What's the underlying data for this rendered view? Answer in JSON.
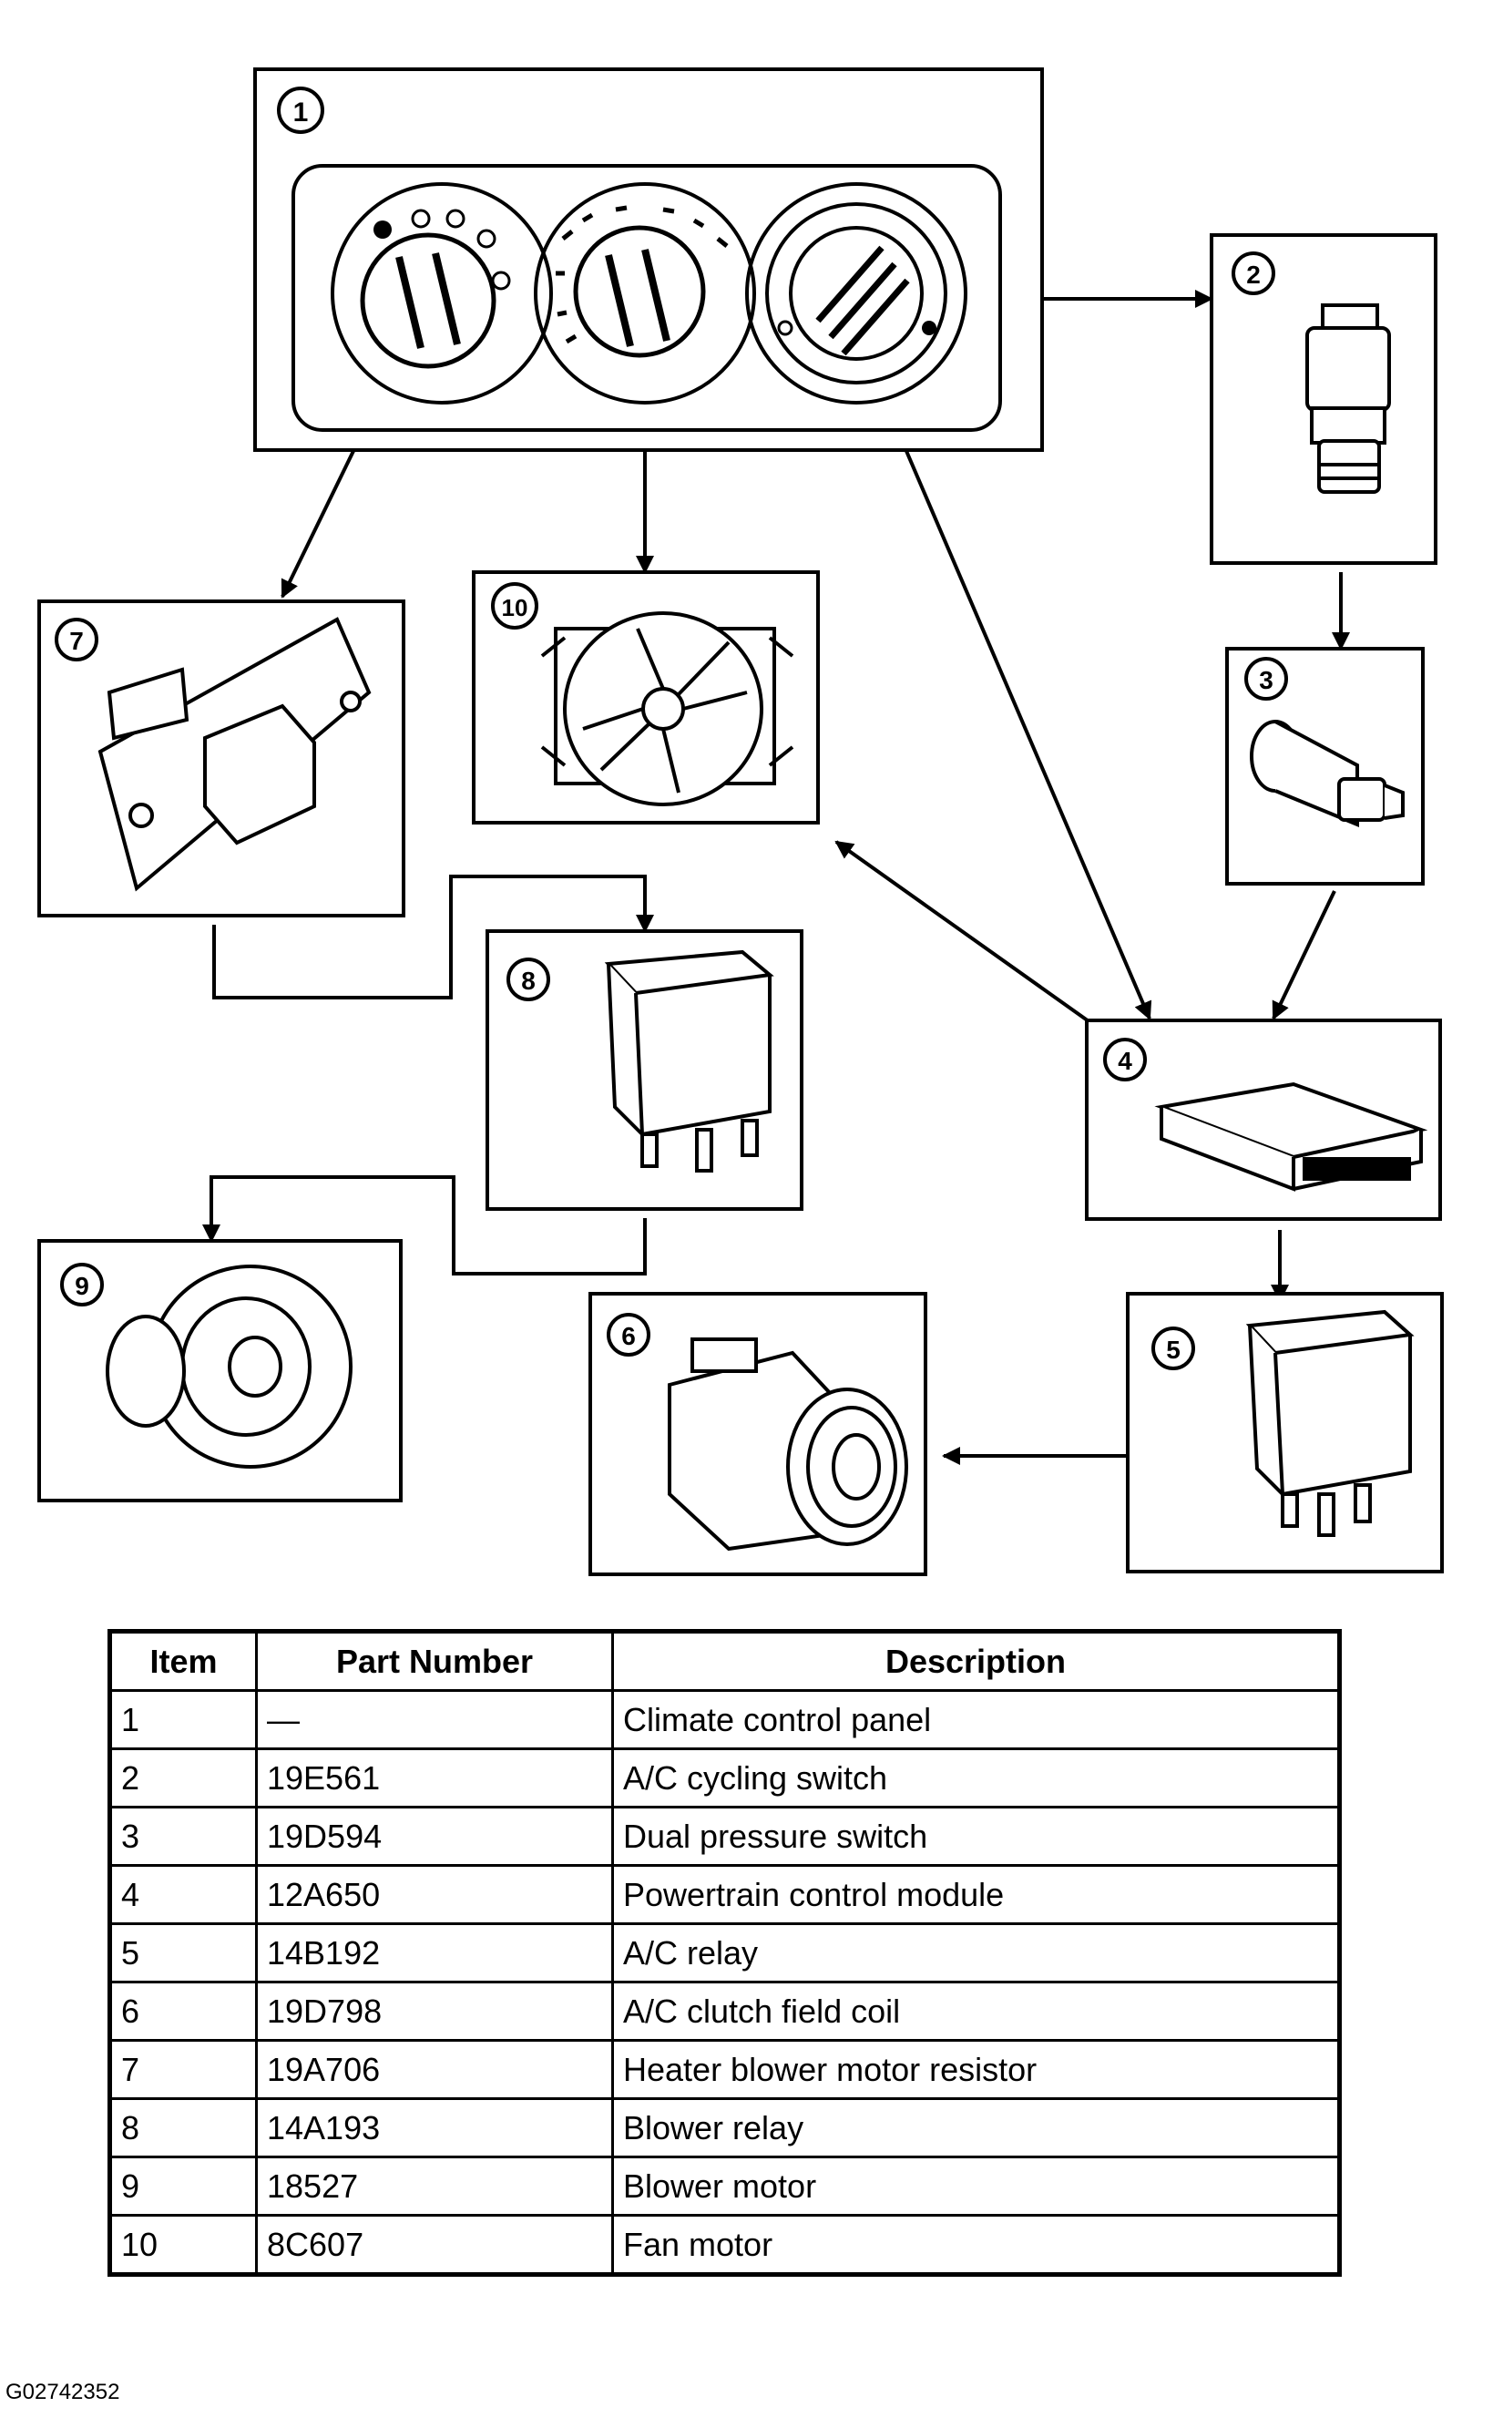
{
  "callouts": {
    "c1": "1",
    "c2": "2",
    "c3": "3",
    "c4": "4",
    "c5": "5",
    "c6": "6",
    "c7": "7",
    "c8": "8",
    "c9": "9",
    "c10": "10"
  },
  "table": {
    "headers": [
      "Item",
      "Part Number",
      "Description"
    ],
    "rows": [
      [
        "1",
        "—",
        "Climate control panel"
      ],
      [
        "2",
        "19E561",
        "A/C cycling switch"
      ],
      [
        "3",
        "19D594",
        "Dual pressure switch"
      ],
      [
        "4",
        "12A650",
        "Powertrain control module"
      ],
      [
        "5",
        "14B192",
        "A/C relay"
      ],
      [
        "6",
        "19D798",
        "A/C clutch field coil"
      ],
      [
        "7",
        "19A706",
        "Heater blower motor resistor"
      ],
      [
        "8",
        "14A193",
        "Blower relay"
      ],
      [
        "9",
        "18527",
        "Blower motor"
      ],
      [
        "10",
        "8C607",
        "Fan motor"
      ]
    ]
  },
  "figure_id": "G02742352",
  "colors": {
    "line": "#000000",
    "background": "#ffffff"
  }
}
